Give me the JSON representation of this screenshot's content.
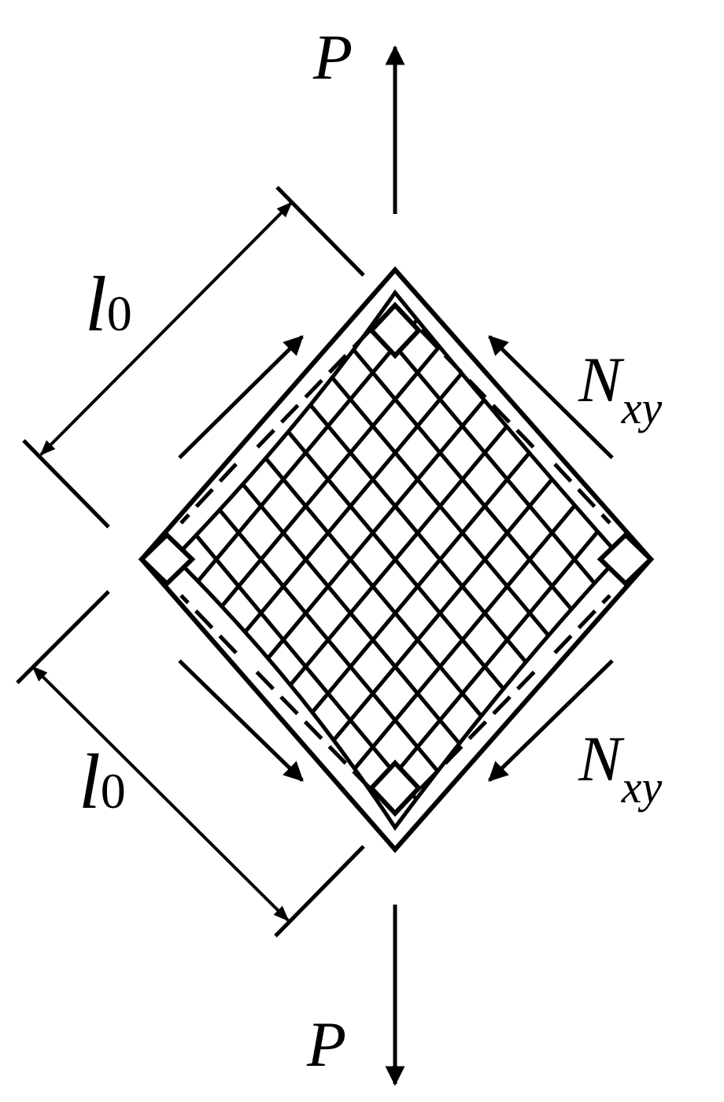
{
  "labels": {
    "load_top": "P",
    "load_bottom": "P",
    "length_upper": {
      "base": "l",
      "sub": "0"
    },
    "length_lower": {
      "base": "l",
      "sub": "0"
    },
    "shear_upper": {
      "base": "N",
      "sub": "xy"
    },
    "shear_lower": {
      "base": "N",
      "sub": "xy"
    }
  },
  "grid": {
    "divisions": 10
  },
  "stroke_color": "#000000"
}
